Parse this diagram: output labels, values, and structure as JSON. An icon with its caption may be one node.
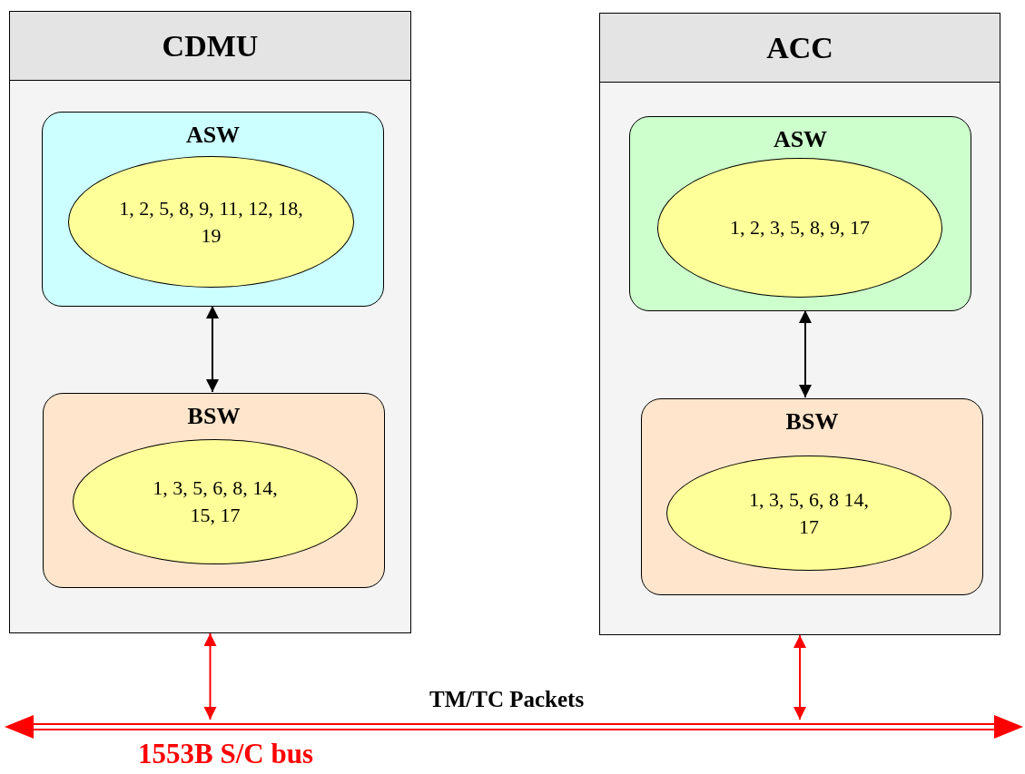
{
  "diagram": {
    "nodes": [
      {
        "text": [
          "CDMU"
        ]
      },
      {
        "text": [
          "ASW"
        ],
        "in": 0
      },
      {
        "text": [
          "1, 2, 5, 8, 9, 11, 12, 18, 19"
        ],
        "in": 1
      },
      {
        "text": [
          "BSW"
        ],
        "in": 0
      },
      {
        "text": [
          "1, 3, 5, 6, 8, 14, 15, 17"
        ],
        "in": 3
      },
      {
        "text": [
          "ACC"
        ]
      },
      {
        "text": [
          "ASW"
        ],
        "in": 5
      },
      {
        "text": [
          "1, 2, 3, 5, 8, 9, 17"
        ],
        "in": 6
      },
      {
        "text": [
          "BSW"
        ],
        "in": 5
      },
      {
        "text": [
          "1, 3, 5, 6, 8 14, 17"
        ],
        "in": 8
      },
      {
        "text": [],
        "shape": "bar",
        "beside": [
          "1553B S/C bus"
        ]
      }
    ],
    "edges": [
      {
        "from": 1,
        "to": 3,
        "arrow": "both"
      },
      {
        "from": 6,
        "to": 8,
        "arrow": "both"
      },
      {
        "from": 0,
        "to": 10,
        "arrow": "both",
        "color": "#ff0000"
      },
      {
        "from": 5,
        "to": 10,
        "arrow": "both",
        "color": "#ff0000"
      }
    ],
    "labels": [
      "TM/TC Packets"
    ]
  }
}
